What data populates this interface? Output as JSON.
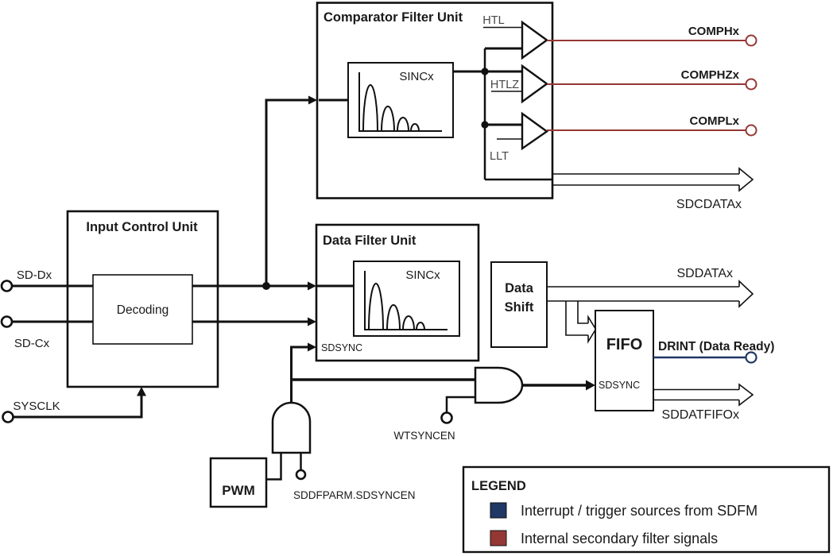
{
  "colors": {
    "line_black": "#111111",
    "interrupt_blue": "#1F3864",
    "secondary_red": "#953735"
  },
  "blocks": {
    "comparator_filter_unit": {
      "title": "Comparator Filter Unit"
    },
    "input_control_unit": {
      "title": "Input Control Unit",
      "decoding": "Decoding"
    },
    "data_filter_unit": {
      "title": "Data Filter Unit",
      "sdsync": "SDSYNC"
    },
    "sinc_comparator": {
      "label": "SINCx"
    },
    "sinc_data": {
      "label": "SINCx"
    },
    "data_shift": {
      "line1": "Data",
      "line2": "Shift"
    },
    "fifo": {
      "title": "FIFO",
      "sdsync": "SDSYNC"
    },
    "pwm": {
      "label": "PWM"
    }
  },
  "comparators": {
    "htl": "HTL",
    "htlz": "HTLZ",
    "llt": "LLT"
  },
  "signals": {
    "sd_dx": "SD-Dx",
    "sd_cx": "SD-Cx",
    "sysclk": "SYSCLK",
    "comphx": "COMPHx",
    "comphzx": "COMPHZx",
    "complx": "COMPLx",
    "sdcdatax": "SDCDATAx",
    "sddatax": "SDDATAx",
    "drint": "DRINT (Data Ready)",
    "sddatfifox": "SDDATFIFOx",
    "wtsyncen": "WTSYNCEN",
    "sddfparm_sdsyncen": "SDDFPARM.SDSYNCEN"
  },
  "legend": {
    "title": "LEGEND",
    "items": [
      {
        "label": "Interrupt / trigger sources from SDFM",
        "color": "#1F3864"
      },
      {
        "label": "Internal secondary filter signals",
        "color": "#953735"
      }
    ]
  }
}
